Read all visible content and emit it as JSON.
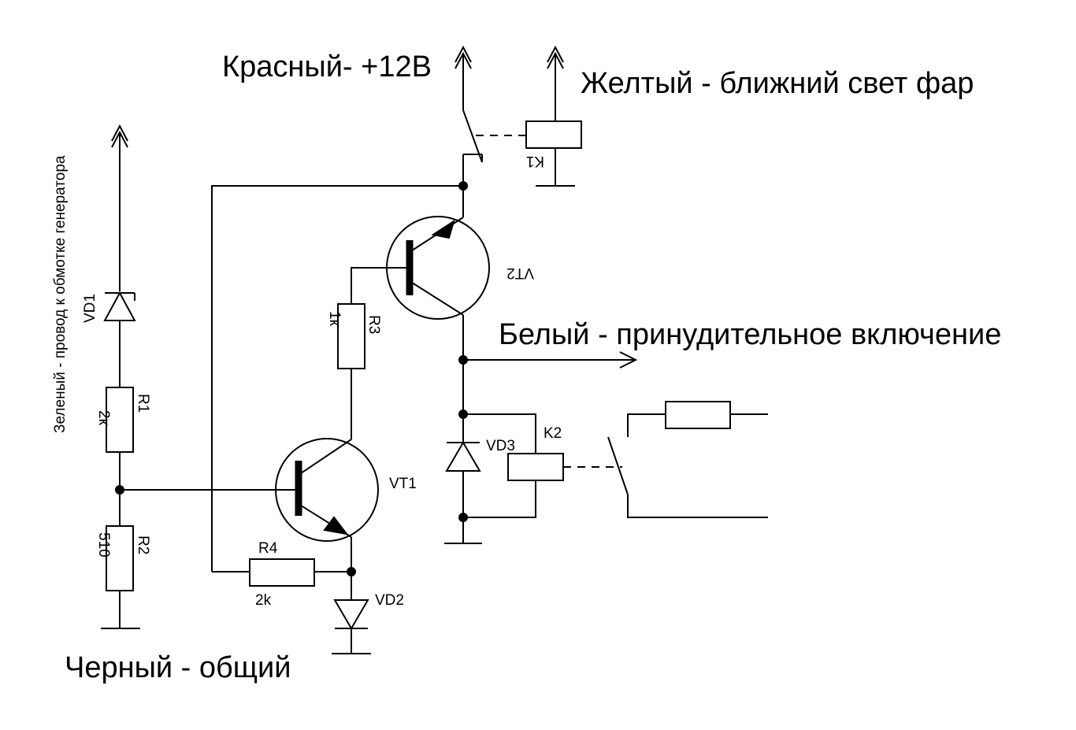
{
  "labels": {
    "red_wire": "Красный- +12В",
    "yellow_wire": "Желтый - ближний свет фар",
    "white_wire": "Белый - принудительное включение",
    "black_wire": "Черный - общий",
    "green_wire": "Зеленый - провод к обмотке генератора"
  },
  "components": {
    "VD1": {
      "ref": "VD1"
    },
    "R1": {
      "ref": "R1",
      "value": "2к"
    },
    "R2": {
      "ref": "R2",
      "value": "510"
    },
    "R3": {
      "ref": "R3",
      "value": "1к"
    },
    "R4": {
      "ref": "R4",
      "value": "2k"
    },
    "VD2": {
      "ref": "VD2"
    },
    "VD3": {
      "ref": "VD3"
    },
    "VT1": {
      "ref": "VT1"
    },
    "VT2": {
      "ref": "VT2"
    },
    "K1": {
      "ref": "K1"
    },
    "K2": {
      "ref": "K2"
    }
  }
}
